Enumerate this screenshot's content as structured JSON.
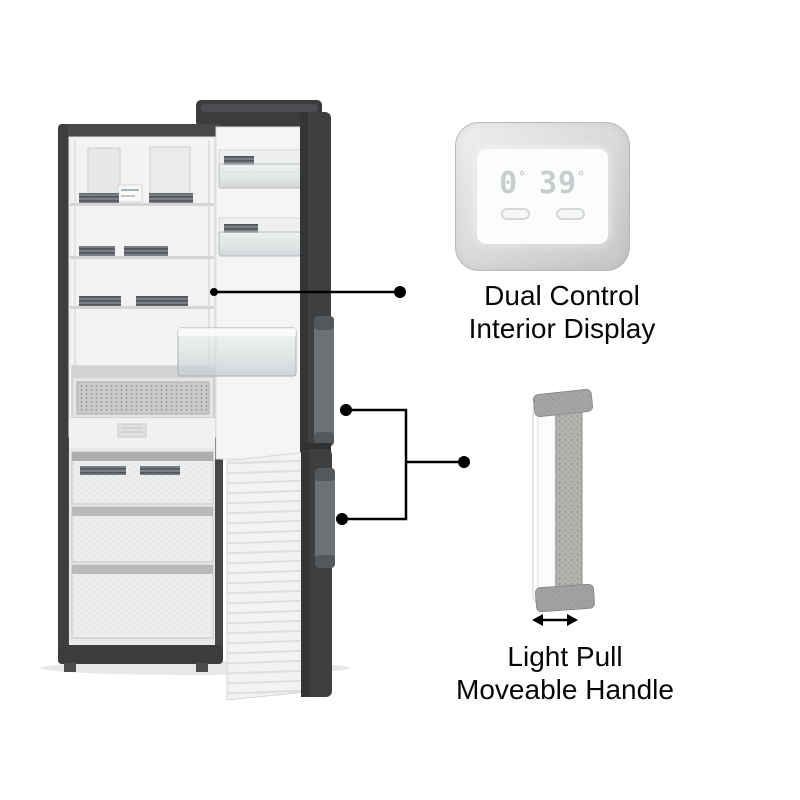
{
  "callouts": {
    "display": {
      "line1": "Dual Control",
      "line2": "Interior Display"
    },
    "handle": {
      "line1": "Light Pull",
      "line2": "Moveable Handle"
    }
  },
  "display_panel": {
    "left_value": "0",
    "right_value": "39",
    "degree_mark": "°"
  },
  "icons": {
    "double_arrow_icon": "↔",
    "callout_dot_icon": "●"
  },
  "colors": {
    "cabinet_dark": "#3d3f41",
    "cabinet_mid": "#46484a",
    "interior_white": "#f2f3f2",
    "callout_line": "#000000",
    "label_text": "#070707",
    "display_digits": "#c7cccf"
  }
}
